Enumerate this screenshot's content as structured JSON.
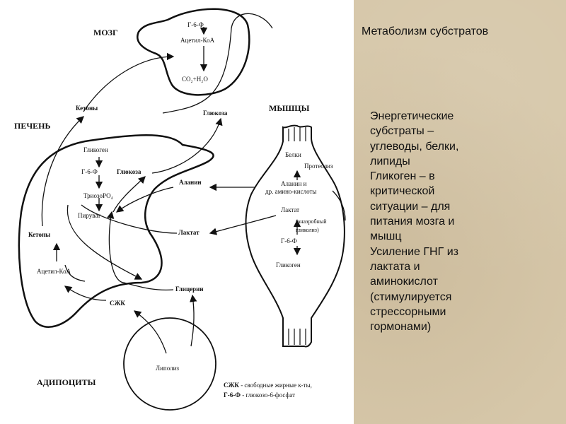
{
  "slide": {
    "title": "Метаболизм субстратов",
    "body_lines": [
      "Энергетические",
      "субстраты –",
      "углеводы, белки,",
      "липиды",
      "Гликоген – в",
      "критической",
      "ситуации – для",
      "питания мозга и",
      "мышц",
      "Усиление ГНГ из",
      "лактата и",
      "аминокислот",
      "(стимулируется",
      "стрессорными",
      "гормонами)"
    ]
  },
  "diagram": {
    "brain": {
      "title": "МОЗГ",
      "g6p": "Г-6-Ф",
      "acetyl": "Ацетил-КоА",
      "co2": "CO₂+H₂O"
    },
    "liver": {
      "title": "ПЕЧЕНЬ",
      "glycogen": "Гликоген",
      "g6p": "Г-6-Ф",
      "glucose": "Глюкоза",
      "triose": "ТриозоРО₄",
      "pyruvate": "Пируват",
      "ketones": "Кетоны",
      "acetyl": "Ацетил-КоА"
    },
    "muscle": {
      "title": "МЫШЦЫ",
      "proteins": "Белки",
      "proteolysis": "Протеолиз",
      "alanine_line1": "Аланин и",
      "alanine_line2": "др. амино-кислоты",
      "lactate": "Лактат",
      "anaerobic_line1": "(анаэробный",
      "anaerobic_line2": "гликолиз)",
      "g6p": "Г-6-Ф",
      "glycogen": "Гликоген"
    },
    "adipocytes": {
      "title": "АДИПОЦИТЫ",
      "lipolysis": "Липолиз"
    },
    "flow_labels": {
      "ketones": "Кетоны",
      "glucose": "Глюкоза",
      "alanine": "Аланин",
      "lactate": "Лактат",
      "glycerol": "Глицерин",
      "ffa": "СЖК"
    },
    "legend": {
      "ffa_abbr": "СЖК",
      "ffa_text": " - свободные жирные к-ты,",
      "g6p_abbr": "Г-6-Ф",
      "g6p_text": " - глюкозо-6-фосфат"
    }
  }
}
